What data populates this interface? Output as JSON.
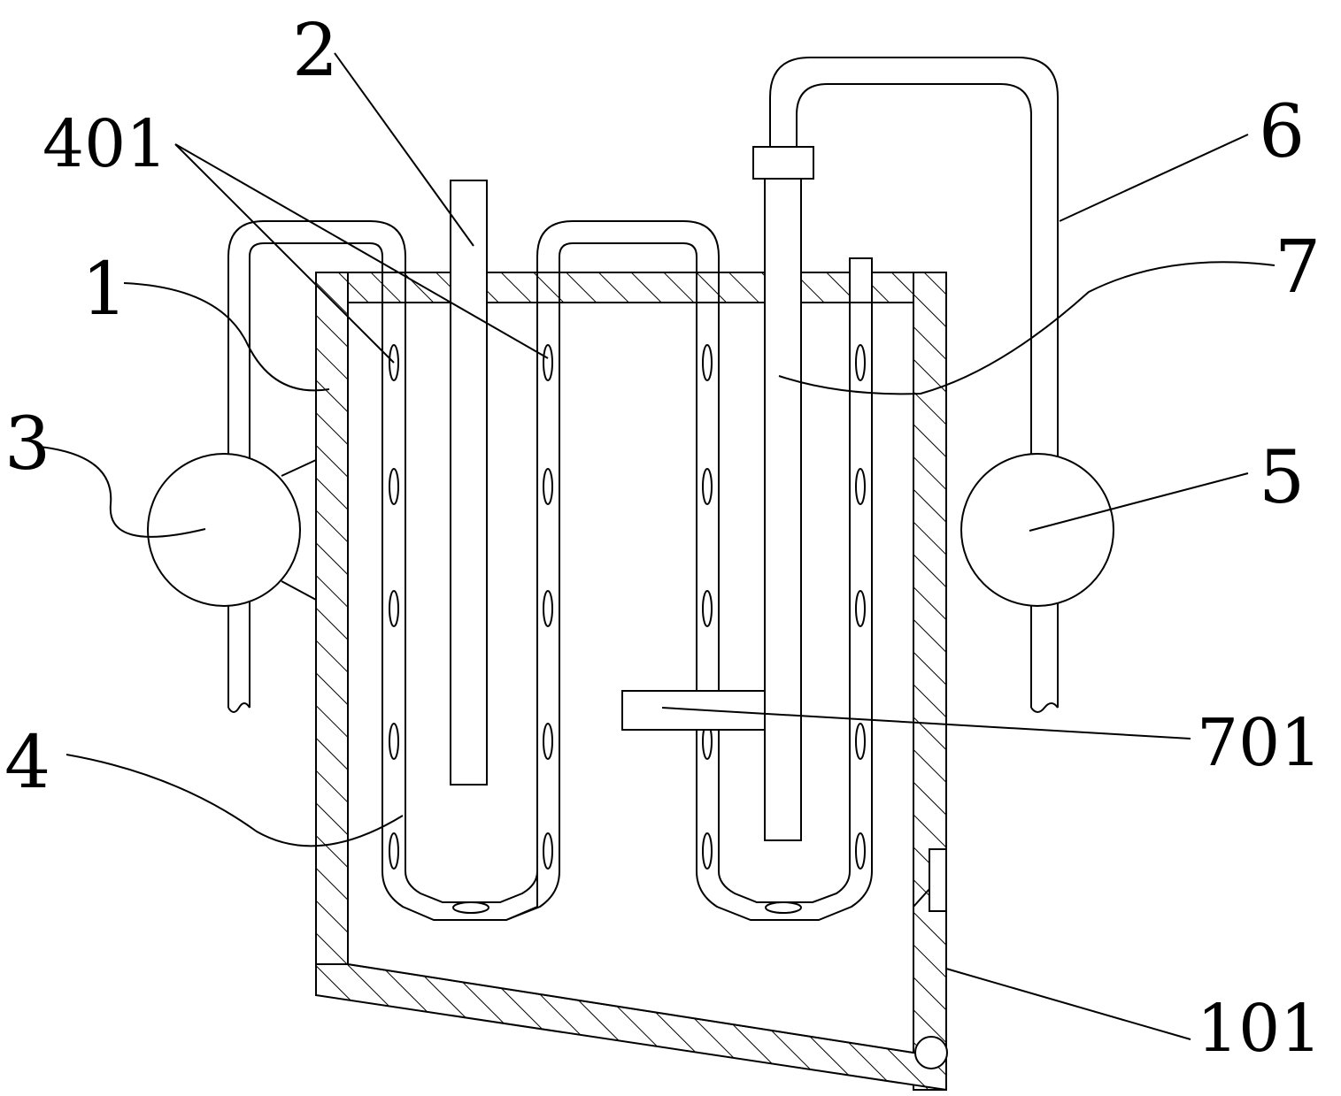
{
  "labels": {
    "l1": "1",
    "l2": "2",
    "l3": "3",
    "l4": "4",
    "l5": "5",
    "l6": "6",
    "l7": "7",
    "l401": "401",
    "l701": "701",
    "l101": "101"
  }
}
